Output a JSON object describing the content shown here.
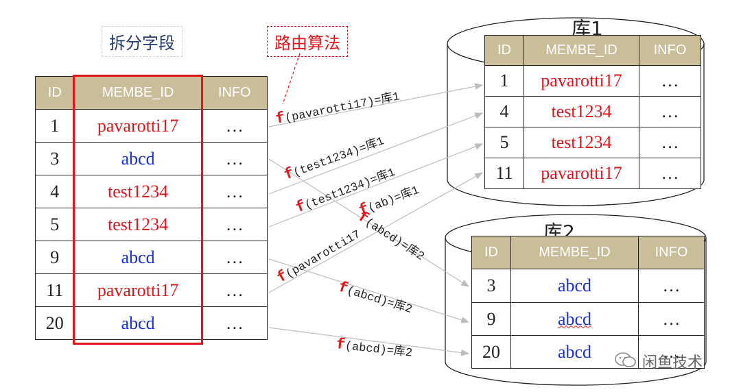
{
  "labels": {
    "split_field": "拆分字段",
    "routing_algorithm": "路由算法"
  },
  "source_table": {
    "headers": [
      "ID",
      "MEMBE_ID",
      "INFO"
    ],
    "rows": [
      {
        "id": "1",
        "member": "pavarotti17",
        "info": "…",
        "color": "red"
      },
      {
        "id": "3",
        "member": "abcd",
        "info": "…",
        "color": "blue"
      },
      {
        "id": "4",
        "member": "test1234",
        "info": "…",
        "color": "red"
      },
      {
        "id": "5",
        "member": "test1234",
        "info": "…",
        "color": "red"
      },
      {
        "id": "9",
        "member": "abcd",
        "info": "…",
        "color": "blue"
      },
      {
        "id": "11",
        "member": "pavarotti17",
        "info": "…",
        "color": "red"
      },
      {
        "id": "20",
        "member": "abcd",
        "info": "…",
        "color": "blue"
      }
    ]
  },
  "db1": {
    "title": "库1",
    "headers": [
      "ID",
      "MEMBE_ID",
      "INFO"
    ],
    "rows": [
      {
        "id": "1",
        "member": "pavarotti17",
        "info": "…"
      },
      {
        "id": "4",
        "member": "test1234",
        "info": "…"
      },
      {
        "id": "5",
        "member": "test1234",
        "info": "…"
      },
      {
        "id": "11",
        "member": "pavarotti17",
        "info": "…"
      }
    ]
  },
  "db2": {
    "title": "库2",
    "headers": [
      "ID",
      "MEMBE_ID",
      "INFO"
    ],
    "rows": [
      {
        "id": "3",
        "member": "abcd",
        "info": "…"
      },
      {
        "id": "9",
        "member": "abcd",
        "info": "…"
      },
      {
        "id": "20",
        "member": "abcd",
        "info": "…"
      }
    ]
  },
  "functions": {
    "f_symbol": "f",
    "pavarotti1": "(pavarotti17)=库1",
    "test1": "(test1234)=库1",
    "test2": "(test1234)=库1",
    "abcd_overlap": "(ab",
    "abcd_overlap_tail": ")=库1",
    "pavarotti2": "(pavarotti17",
    "abcd1": "(abcd)=库2",
    "abcd2": "(abcd)=库2",
    "abcd3": "(abcd)=库2"
  },
  "watermark": "闲鱼技术",
  "colors": {
    "header_bg": "#c9bd9a",
    "red": "#e3141b",
    "blue": "#1a2fd6"
  }
}
